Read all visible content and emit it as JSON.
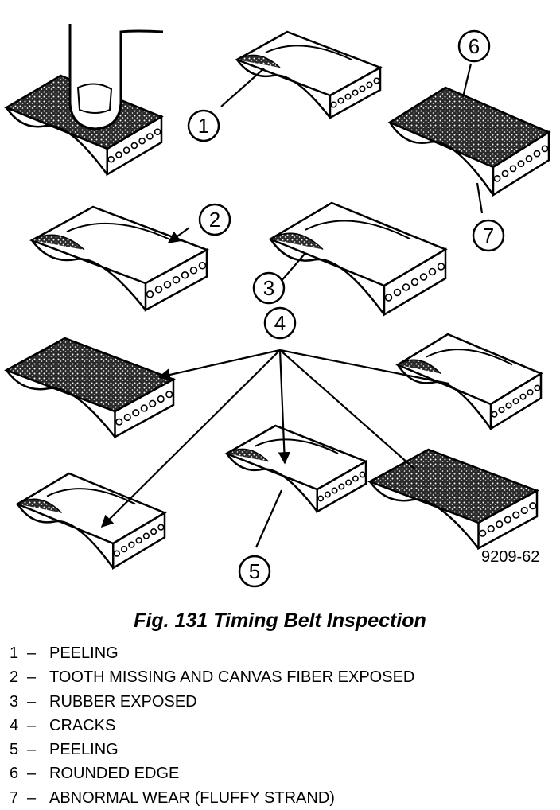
{
  "figure_id": "9209-62",
  "caption": "Fig. 131 Timing Belt Inspection",
  "callouts": [
    "1",
    "2",
    "3",
    "4",
    "5",
    "6",
    "7"
  ],
  "legend": [
    {
      "num": "1",
      "dash": "–",
      "text": "PEELING"
    },
    {
      "num": "2",
      "dash": "–",
      "text": "TOOTH MISSING AND CANVAS FIBER EXPOSED"
    },
    {
      "num": "3",
      "dash": "–",
      "text": "RUBBER EXPOSED"
    },
    {
      "num": "4",
      "dash": "–",
      "text": "CRACKS"
    },
    {
      "num": "5",
      "dash": "–",
      "text": "PEELING"
    },
    {
      "num": "6",
      "dash": "–",
      "text": "ROUNDED EDGE"
    },
    {
      "num": "7",
      "dash": "–",
      "text": "ABNORMAL WEAR (FLUFFY STRAND)"
    }
  ]
}
